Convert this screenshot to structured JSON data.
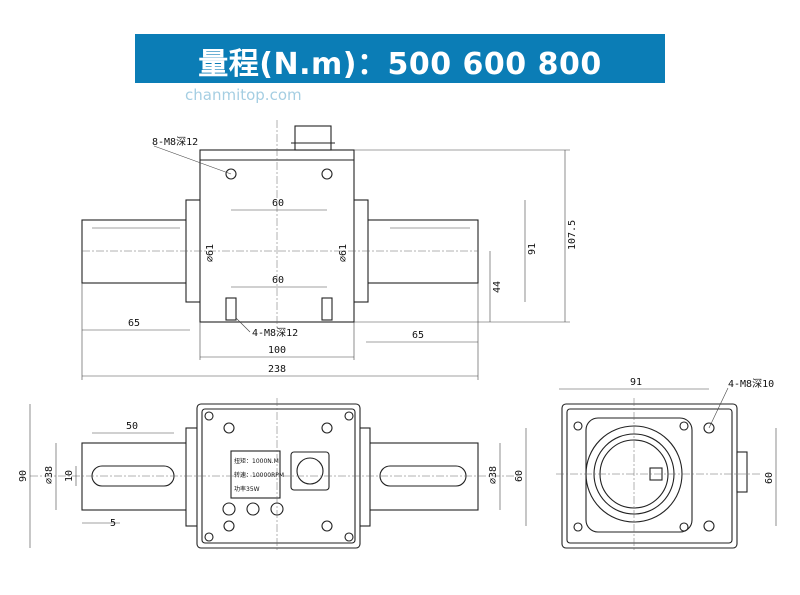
{
  "header": {
    "title": "量程(N.m)：500  600  800",
    "watermark": "chanmitop.com"
  },
  "front_view": {
    "top_holes": "8-M8深12",
    "bottom_holes": "4-M8深12",
    "dim_top_60": "60",
    "dim_bottom_60": "60",
    "dia_left": "⌀61",
    "dia_right": "⌀61",
    "dim_91": "91",
    "dim_107_5": "107.5",
    "dim_44": "44",
    "dim_65_left": "65",
    "dim_65_right": "65",
    "dim_100": "100",
    "dim_238": "238"
  },
  "top_view": {
    "dim_50": "50",
    "dim_90": "90",
    "dia_left": "⌀38",
    "dim_10": "10",
    "dim_5": "5",
    "dia_right": "⌀38",
    "dim_60": "60",
    "label_torque": "扭矩：1000N.M",
    "label_speed": "转速：10000RPM",
    "label_power": "功率35W"
  },
  "side_view": {
    "dim_91": "91",
    "holes": "4-M8深10",
    "dim_60": "60"
  }
}
